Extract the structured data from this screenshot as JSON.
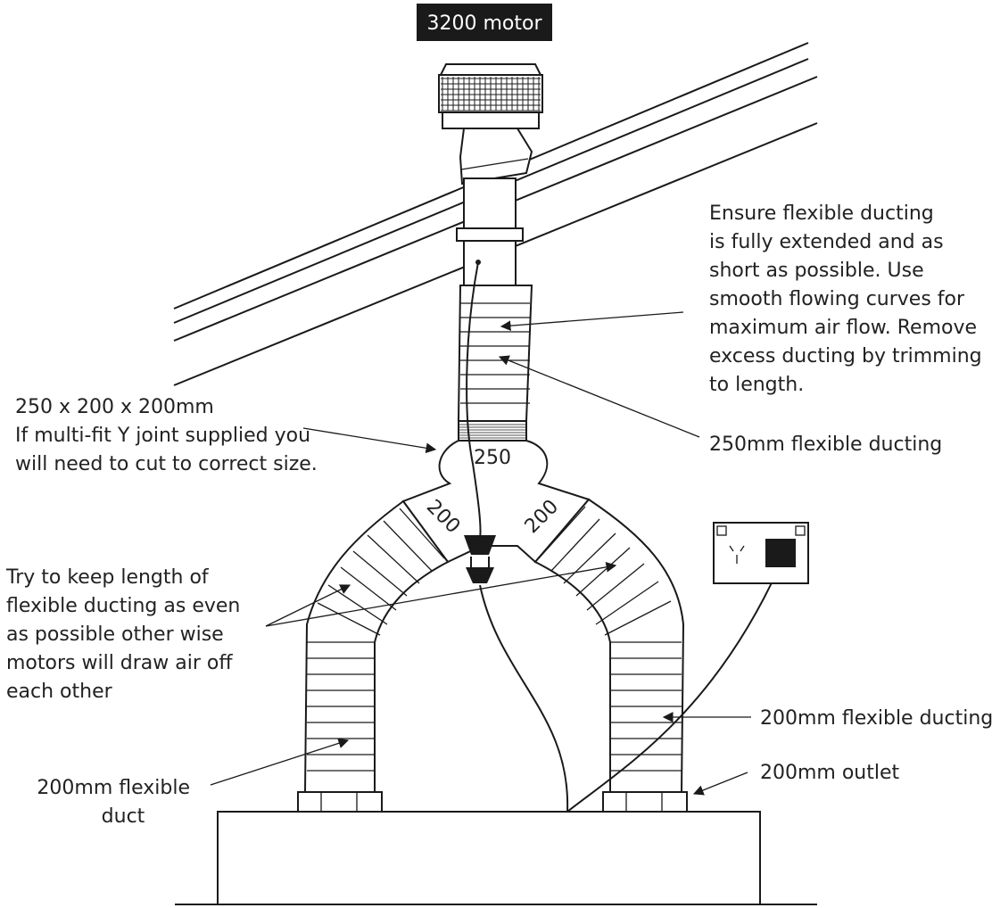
{
  "title_badge": "3200 motor",
  "labels": {
    "ensure": [
      "Ensure flexible ducting",
      "is fully extended and as",
      "short as possible. Use",
      "smooth flowing curves for",
      "maximum air flow. Remove",
      "excess ducting by trimming",
      "to length."
    ],
    "duct_250": "250mm flexible ducting",
    "y_joint": [
      "250 x 200 x 200mm",
      "If multi-fit Y joint supplied you",
      "will need to cut to correct size."
    ],
    "keep_even": [
      "Try to keep length of",
      "flexible ducting as even",
      "as possible other wise",
      "motors will draw air off",
      "each other"
    ],
    "duct_200_right": "200mm flexible ducting",
    "outlet_200": "200mm outlet",
    "duct_200_left": [
      "200mm flexible",
      "duct"
    ]
  },
  "y_joint_marks": {
    "top": "250",
    "left": "200",
    "right": "200"
  },
  "icons": [
    "motor-icon",
    "power-outlet-icon",
    "plug-icon"
  ]
}
